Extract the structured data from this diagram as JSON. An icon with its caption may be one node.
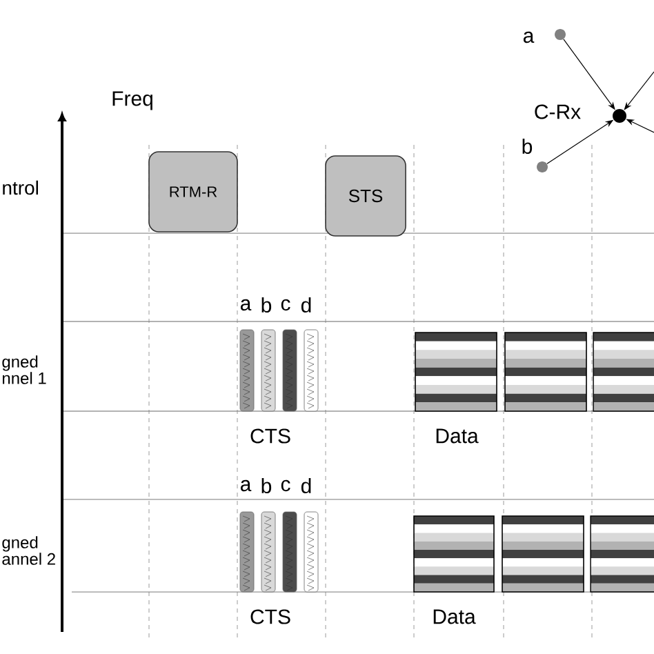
{
  "diagram": {
    "nodes": [
      {
        "text": [
          "RTM-R"
        ]
      },
      {
        "text": [
          "STS"
        ]
      },
      {
        "text": [],
        "shape": "circle",
        "beside": [
          "a"
        ]
      },
      {
        "text": [],
        "shape": "circle",
        "beside": [
          "b"
        ]
      },
      {
        "text": [],
        "shape": "circle",
        "beside": [
          "C-Rx"
        ]
      }
    ],
    "edges": [
      {
        "from": 2,
        "to": 4,
        "arrow": "to"
      },
      {
        "from": 3,
        "to": 4,
        "arrow": "to"
      },
      {
        "from": null,
        "to": 4,
        "arrow": "to"
      },
      {
        "from": null,
        "to": 4,
        "arrow": "to"
      }
    ],
    "labels": [
      "Freq",
      "ntrol",
      "a",
      "b",
      "c",
      "d",
      "gned nnel 1",
      "CTS",
      "Data",
      "a",
      "b",
      "c",
      "d",
      "gned annel 2",
      "CTS",
      "Data"
    ]
  }
}
